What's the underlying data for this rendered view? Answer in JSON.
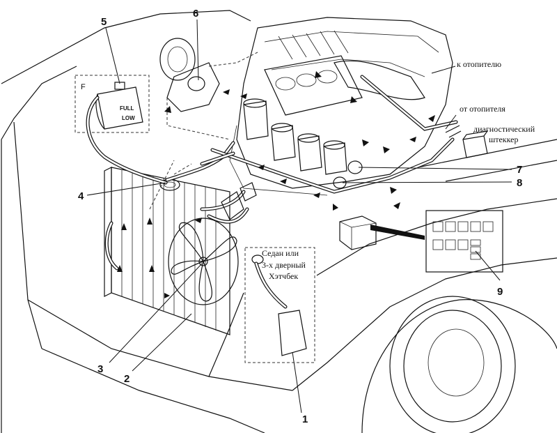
{
  "callouts": {
    "c1": "1",
    "c2": "2",
    "c3": "3",
    "c4": "4",
    "c5": "5",
    "c6": "6",
    "c7": "7",
    "c8": "8",
    "c9": "9"
  },
  "labels": {
    "to_heater": "к отопителю",
    "from_heater": "от отопителя",
    "diag_line1": "диагностический",
    "diag_line2": "штеккер",
    "sedan_line1": "Седан или",
    "sedan_line2": "3-х дверный",
    "sedan_line3": "Хэтчбек",
    "detail_f": "F",
    "tank_full": "FULL",
    "tank_low": "LOW"
  }
}
